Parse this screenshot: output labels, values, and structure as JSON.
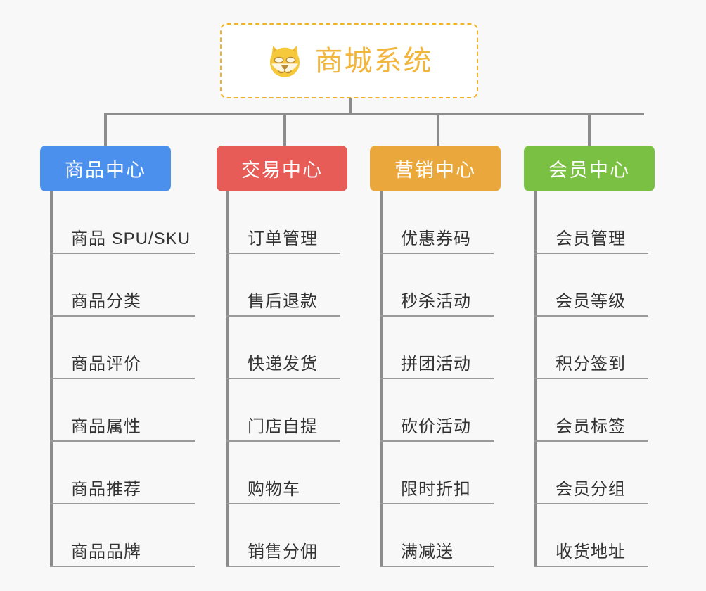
{
  "page": {
    "background_color": "#f8f8f8",
    "line_color": "#8c8c8c",
    "leaf_text_color": "#333333"
  },
  "root": {
    "title": "商城系统",
    "icon": "dog-face-emoji",
    "text_color": "#f2b63c",
    "border_color": "#f0b429",
    "background_color": "#ffffff"
  },
  "columns": [
    {
      "title": "商品中心",
      "color": "#4a90ec",
      "items": [
        "商品 SPU/SKU",
        "商品分类",
        "商品评价",
        "商品属性",
        "商品推荐",
        "商品品牌"
      ]
    },
    {
      "title": "交易中心",
      "color": "#e75c57",
      "items": [
        "订单管理",
        "售后退款",
        "快递发货",
        "门店自提",
        "购物车",
        "销售分佣"
      ]
    },
    {
      "title": "营销中心",
      "color": "#eaa83c",
      "items": [
        "优惠券码",
        "秒杀活动",
        "拼团活动",
        "砍价活动",
        "限时折扣",
        "满减送"
      ]
    },
    {
      "title": "会员中心",
      "color": "#7ac143",
      "items": [
        "会员管理",
        "会员等级",
        "积分签到",
        "会员标签",
        "会员分组",
        "收货地址"
      ]
    }
  ]
}
